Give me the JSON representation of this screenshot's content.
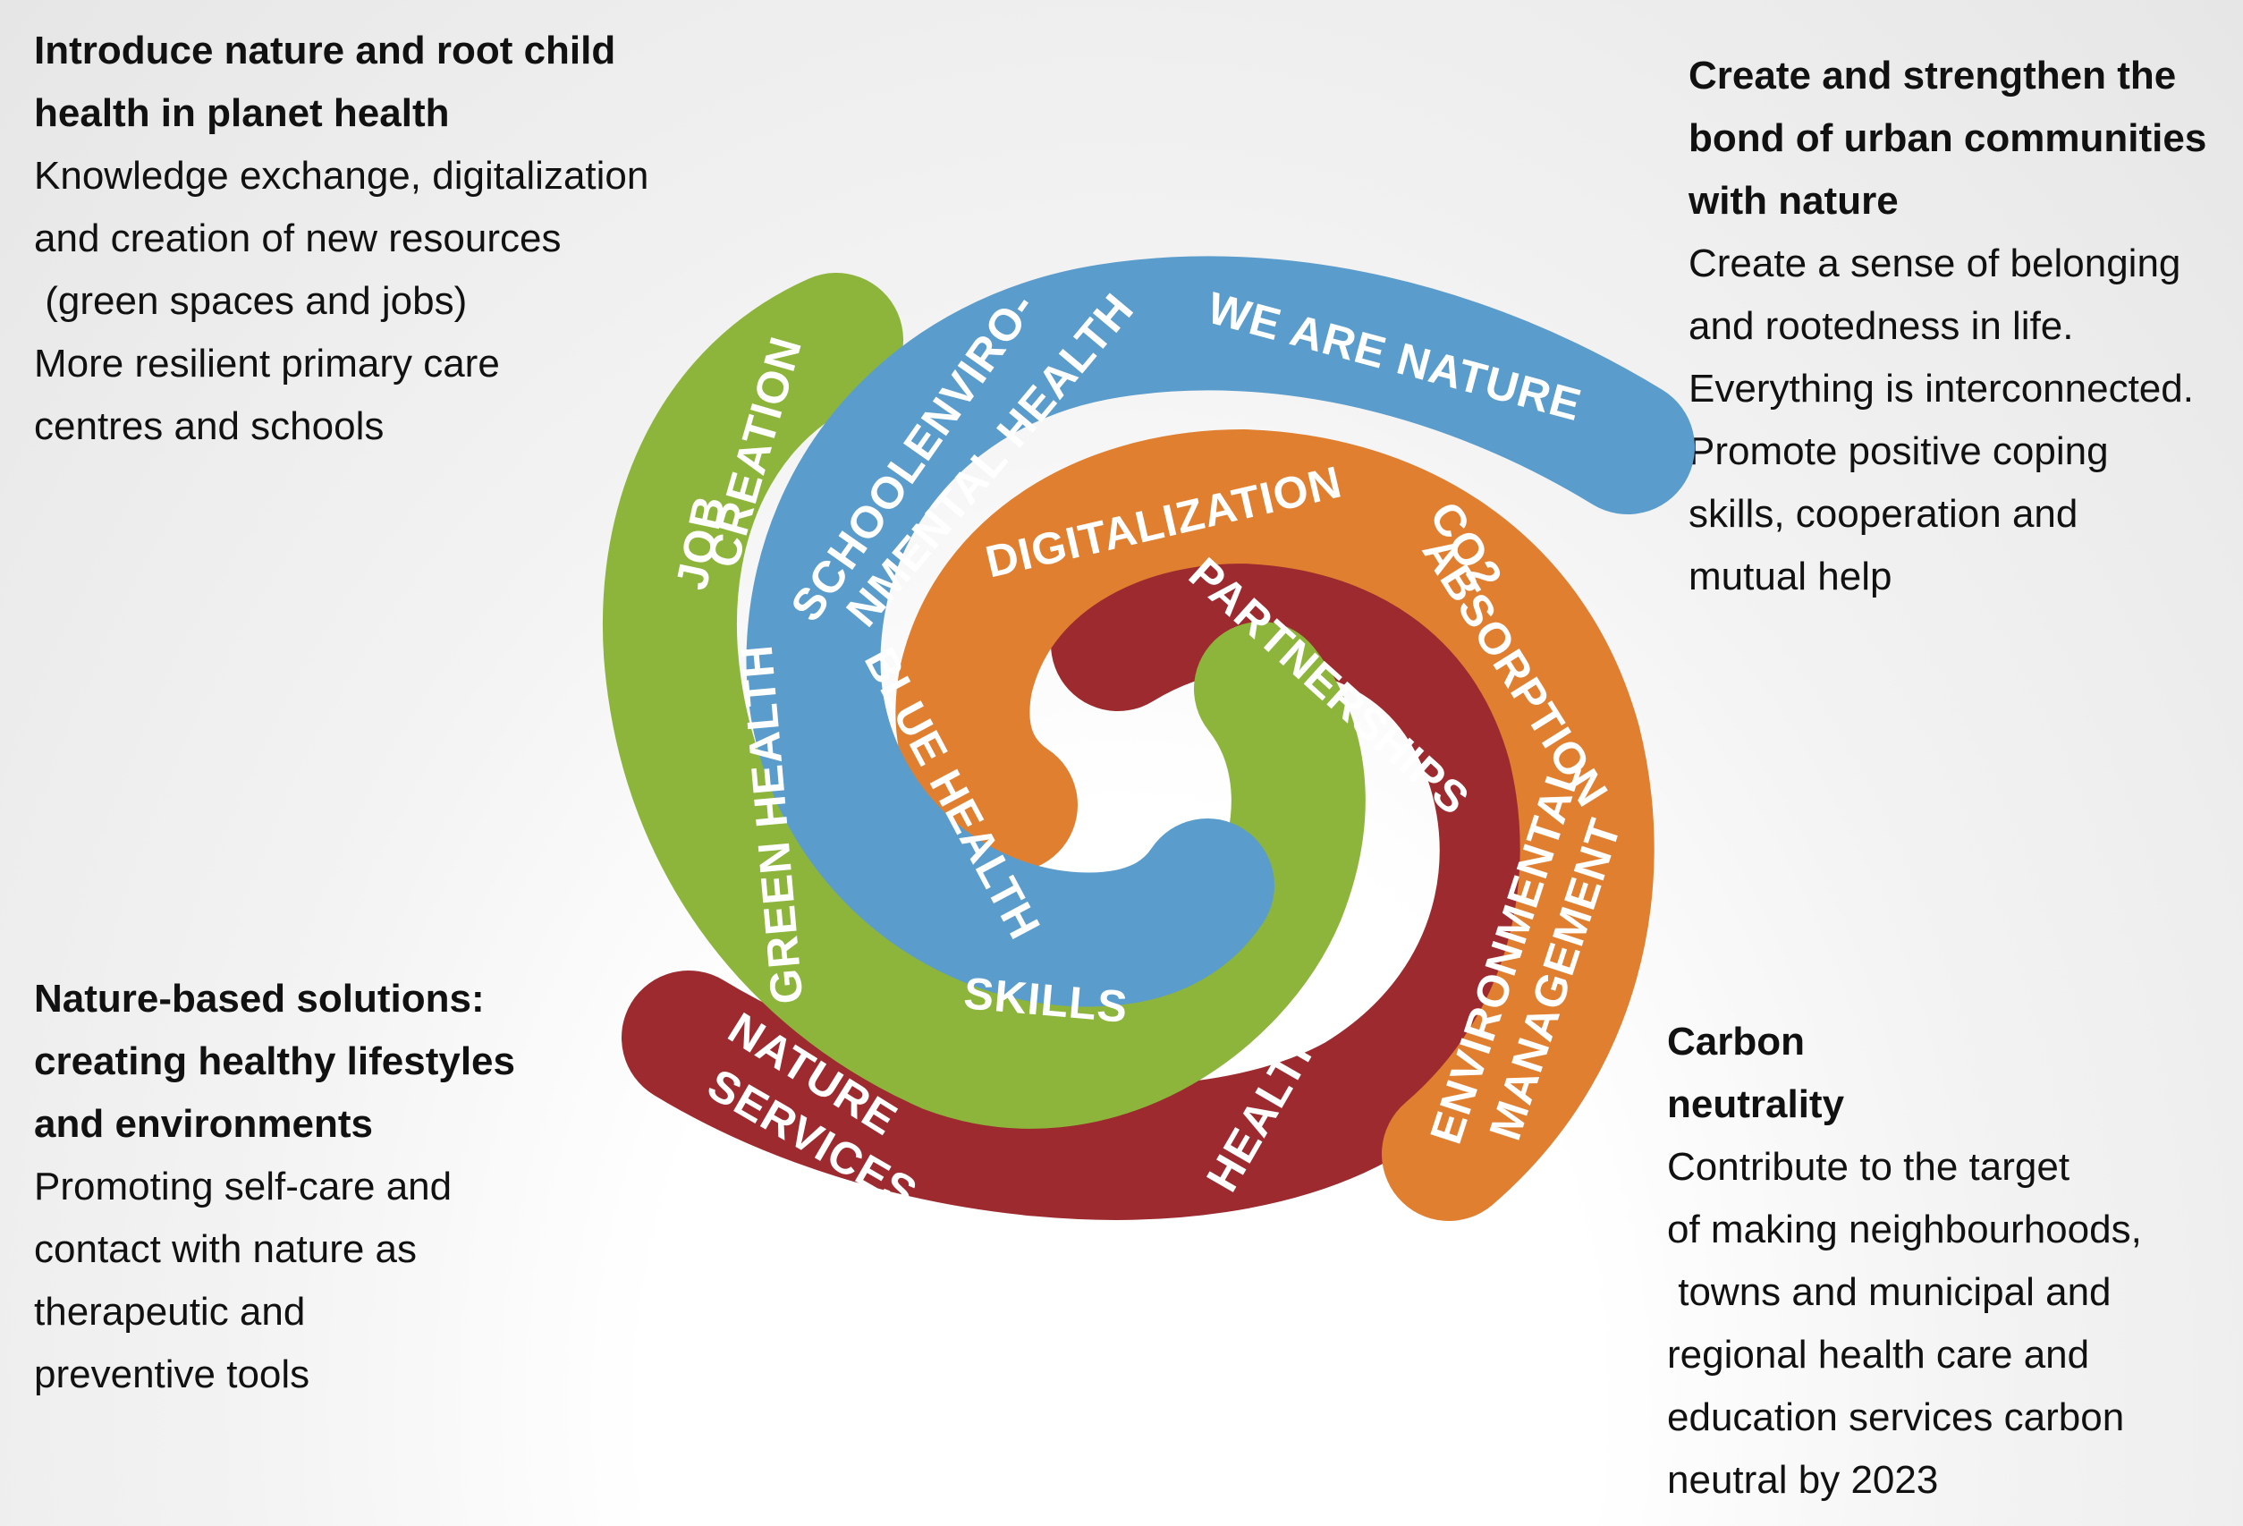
{
  "blocks": {
    "top_left": {
      "title_lines": [
        "Introduce nature and root child",
        "health in planet health"
      ],
      "body_lines": [
        "Knowledge exchange, digitalization",
        "and creation of new resources",
        " (green spaces and jobs)",
        "More resilient primary care",
        "centres and schools"
      ]
    },
    "top_right": {
      "title_lines": [
        "Create and strengthen the",
        "bond of urban communities",
        "with nature"
      ],
      "body_lines": [
        "Create a sense of belonging",
        "and rootedness in life.",
        "Everything is interconnected.",
        "Promote positive coping",
        "skills, cooperation and",
        "mutual help"
      ]
    },
    "bottom_left": {
      "title_lines": [
        "Nature-based solutions:",
        "creating healthy lifestyles",
        "and environments"
      ],
      "body_lines": [
        "Promoting self-care and",
        "contact with nature as",
        "therapeutic and",
        "preventive tools"
      ]
    },
    "bottom_right": {
      "title_lines": [
        "Carbon",
        "neutrality"
      ],
      "body_lines": [
        "Contribute to the target",
        "of making neighbourhoods,",
        " towns and municipal and",
        "regional health care and",
        "education services carbon",
        "neutral by 2023"
      ]
    }
  },
  "spiral": {
    "colors": {
      "green": "#8db53c",
      "blue": "#5a9ccb",
      "orange": "#e07f30",
      "red": "#9c2a2f"
    },
    "labels": {
      "job_1": "JOB",
      "job_2": "CREATION",
      "green_health": "GREEN HEALTH",
      "skills": "SKILLS",
      "school_1": "SCHOOLENVIRO-",
      "school_2": "NMENTAL HEALTH",
      "we_are_nature": "WE ARE NATURE",
      "blue_health": "BLUE HEALTH",
      "digitalization": "DIGITALIZATION",
      "co2_1": "CO2",
      "co2_2": "ABSORPTION",
      "env_1": "ENVIRONMENTAL",
      "env_2": "MANAGEMENT",
      "partnerships": "PARTNERSHIPS",
      "healthy_city": "HEALTHY CITY",
      "nature_1": "NATURE",
      "nature_2": "SERVICES"
    }
  }
}
